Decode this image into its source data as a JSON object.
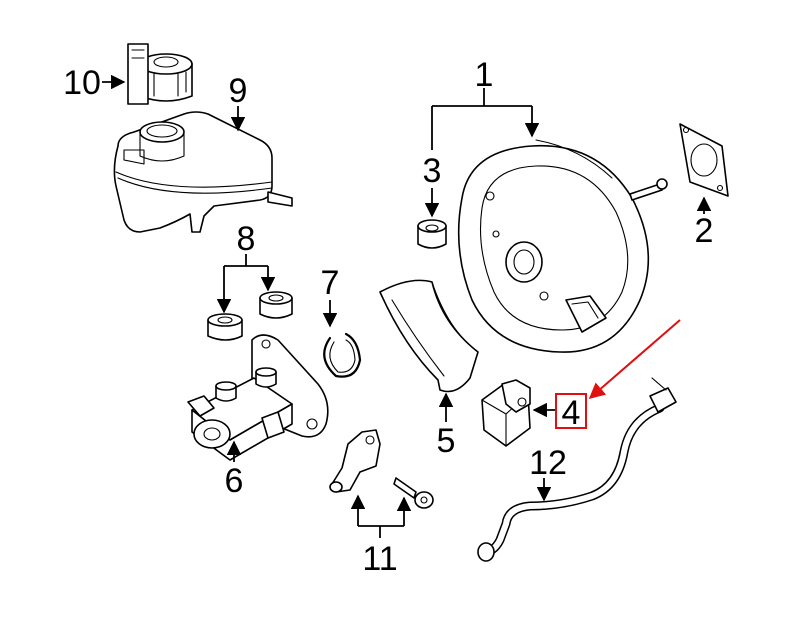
{
  "diagram": {
    "callouts": [
      {
        "id": "1",
        "text": "1"
      },
      {
        "id": "2",
        "text": "2"
      },
      {
        "id": "3",
        "text": "3"
      },
      {
        "id": "4",
        "text": "4"
      },
      {
        "id": "5",
        "text": "5"
      },
      {
        "id": "6",
        "text": "6"
      },
      {
        "id": "7",
        "text": "7"
      },
      {
        "id": "8",
        "text": "8"
      },
      {
        "id": "9",
        "text": "9"
      },
      {
        "id": "10",
        "text": "10"
      },
      {
        "id": "11",
        "text": "11"
      },
      {
        "id": "12",
        "text": "12"
      }
    ],
    "highlighted_callout": "4",
    "highlight_color": "#e01010",
    "line_color": "#000000",
    "background": "#ffffff"
  }
}
